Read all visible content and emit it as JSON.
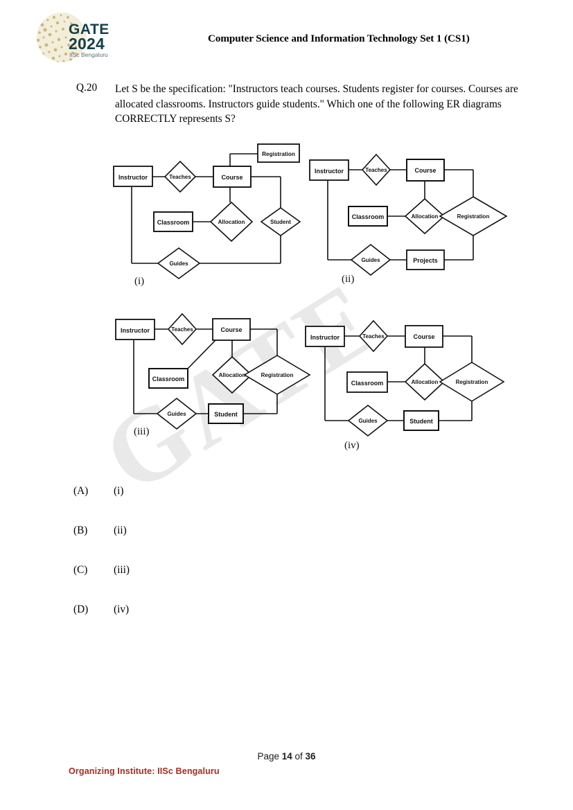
{
  "header": {
    "logo": {
      "brand_line1": "GATE",
      "brand_line2": "2024",
      "brand_line3": "IISc Bengaluru",
      "brand_color": "#14404a",
      "sphere_color": "#cfc08a"
    },
    "title": "Computer Science and Information Technology Set 1 (CS1)"
  },
  "question": {
    "number": "Q.20",
    "text": "Let S be the specification: \"Instructors teach courses. Students register for courses. Courses are allocated classrooms. Instructors guide students.\" Which one of the following ER diagrams CORRECTLY represents S?"
  },
  "watermark": {
    "text": "GATE",
    "color": "#e9e9e9"
  },
  "diagrams": [
    {
      "id": "i",
      "label": "(i)",
      "entities": [
        "Instructor",
        "Course",
        "Registration",
        "Classroom"
      ],
      "relationships": [
        "Teaches",
        "Allocation",
        "Student",
        "Guides"
      ],
      "nodes": {
        "instructor": "Instructor",
        "teaches": "Teaches",
        "course": "Course",
        "registration": "Registration",
        "classroom": "Classroom",
        "allocation": "Allocation",
        "student": "Student",
        "guides": "Guides"
      }
    },
    {
      "id": "ii",
      "label": "(ii)",
      "entities": [
        "Instructor",
        "Course",
        "Classroom",
        "Projects"
      ],
      "relationships": [
        "Teaches",
        "Allocation",
        "Registration",
        "Guides"
      ],
      "nodes": {
        "instructor": "Instructor",
        "teaches": "Teaches",
        "course": "Course",
        "classroom": "Classroom",
        "allocation": "Allocation",
        "registration": "Registration",
        "guides": "Guides",
        "projects": "Projects"
      }
    },
    {
      "id": "iii",
      "label": "(iii)",
      "entities": [
        "Instructor",
        "Course",
        "Classroom",
        "Student"
      ],
      "relationships": [
        "Teaches",
        "Allocation",
        "Registration",
        "Guides"
      ],
      "nodes": {
        "instructor": "Instructor",
        "teaches": "Teaches",
        "course": "Course",
        "classroom": "Classroom",
        "allocation": "Allocation",
        "registration": "Registration",
        "guides": "Guides",
        "student": "Student"
      }
    },
    {
      "id": "iv",
      "label": "(iv)",
      "entities": [
        "Instructor",
        "Course",
        "Classroom",
        "Student"
      ],
      "relationships": [
        "Teaches",
        "Allocation",
        "Registration",
        "Guides"
      ],
      "nodes": {
        "instructor": "Instructor",
        "teaches": "Teaches",
        "course": "Course",
        "classroom": "Classroom",
        "allocation": "Allocation",
        "registration": "Registration",
        "guides": "Guides",
        "student": "Student"
      }
    }
  ],
  "options": [
    {
      "key": "(A)",
      "value": "(i)"
    },
    {
      "key": "(B)",
      "value": "(ii)"
    },
    {
      "key": "(C)",
      "value": "(iii)"
    },
    {
      "key": "(D)",
      "value": "(iv)"
    }
  ],
  "footer": {
    "page_prefix": "Page ",
    "page_current": "14",
    "page_middle": " of ",
    "page_total": "36",
    "organizing_institute": "Organizing Institute: IISc Bengaluru",
    "organizing_institute_color": "#a82b1e"
  }
}
